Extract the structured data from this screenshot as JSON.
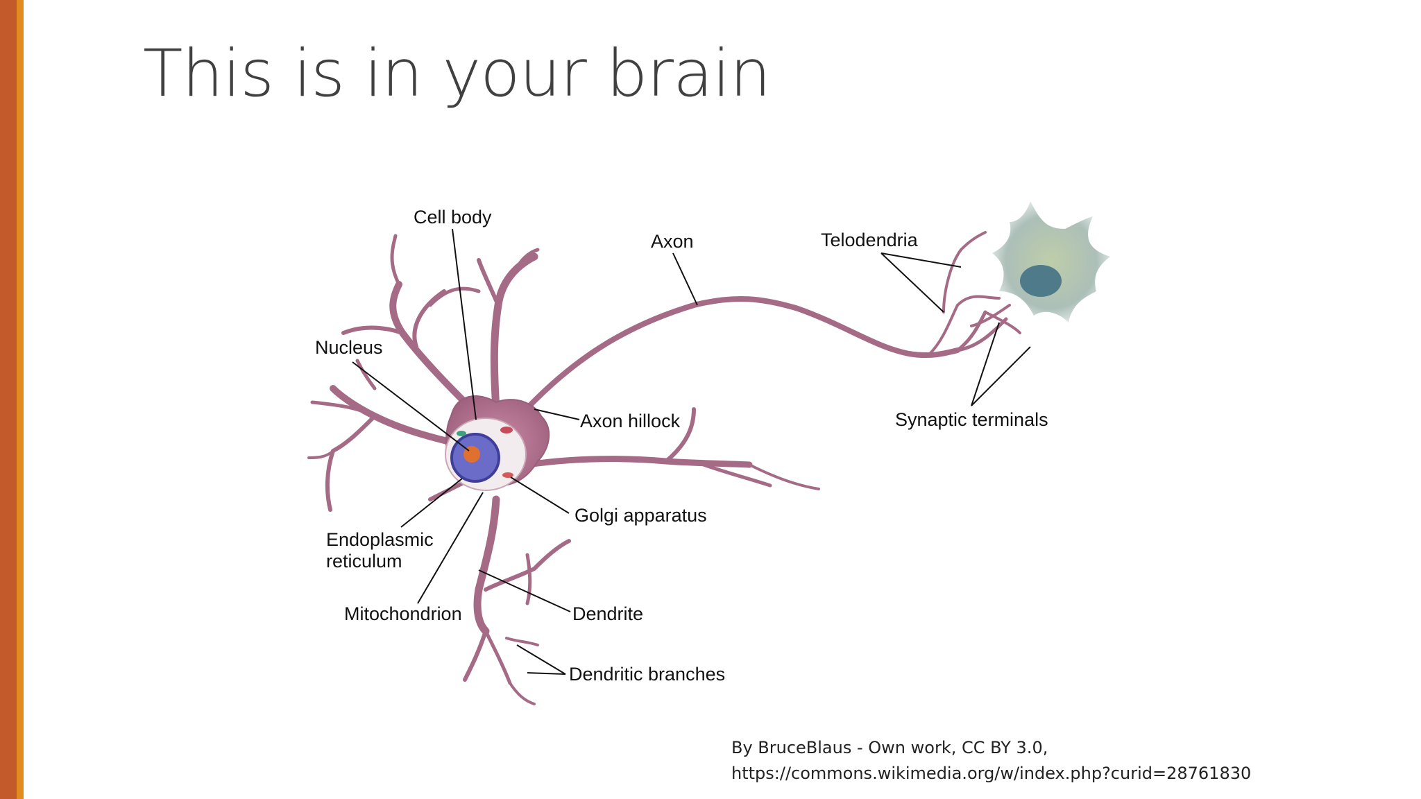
{
  "slide": {
    "title": "This is in your brain",
    "accent_colors": [
      "#c25a2c",
      "#e38b1f"
    ]
  },
  "diagram": {
    "labels": {
      "cell_body": "Cell body",
      "axon": "Axon",
      "telodendria": "Telodendria",
      "nucleus": "Nucleus",
      "axon_hillock": "Axon hillock",
      "synaptic_terminals": "Synaptic terminals",
      "golgi_apparatus": "Golgi apparatus",
      "endoplasmic_reticulum_line1": "Endoplasmic",
      "endoplasmic_reticulum_line2": "reticulum",
      "mitochondrion": "Mitochondrion",
      "dendrite": "Dendrite",
      "dendritic_branches": "Dendritic branches"
    },
    "colors": {
      "neuron": "#a56a86",
      "nucleus": "#5a5fbf",
      "target_cell": "#9fb3a8"
    }
  },
  "credit": {
    "line1": "By BruceBlaus - Own work, CC BY 3.0,",
    "line2": "https://commons.wikimedia.org/w/index.php?curid=28761830"
  }
}
